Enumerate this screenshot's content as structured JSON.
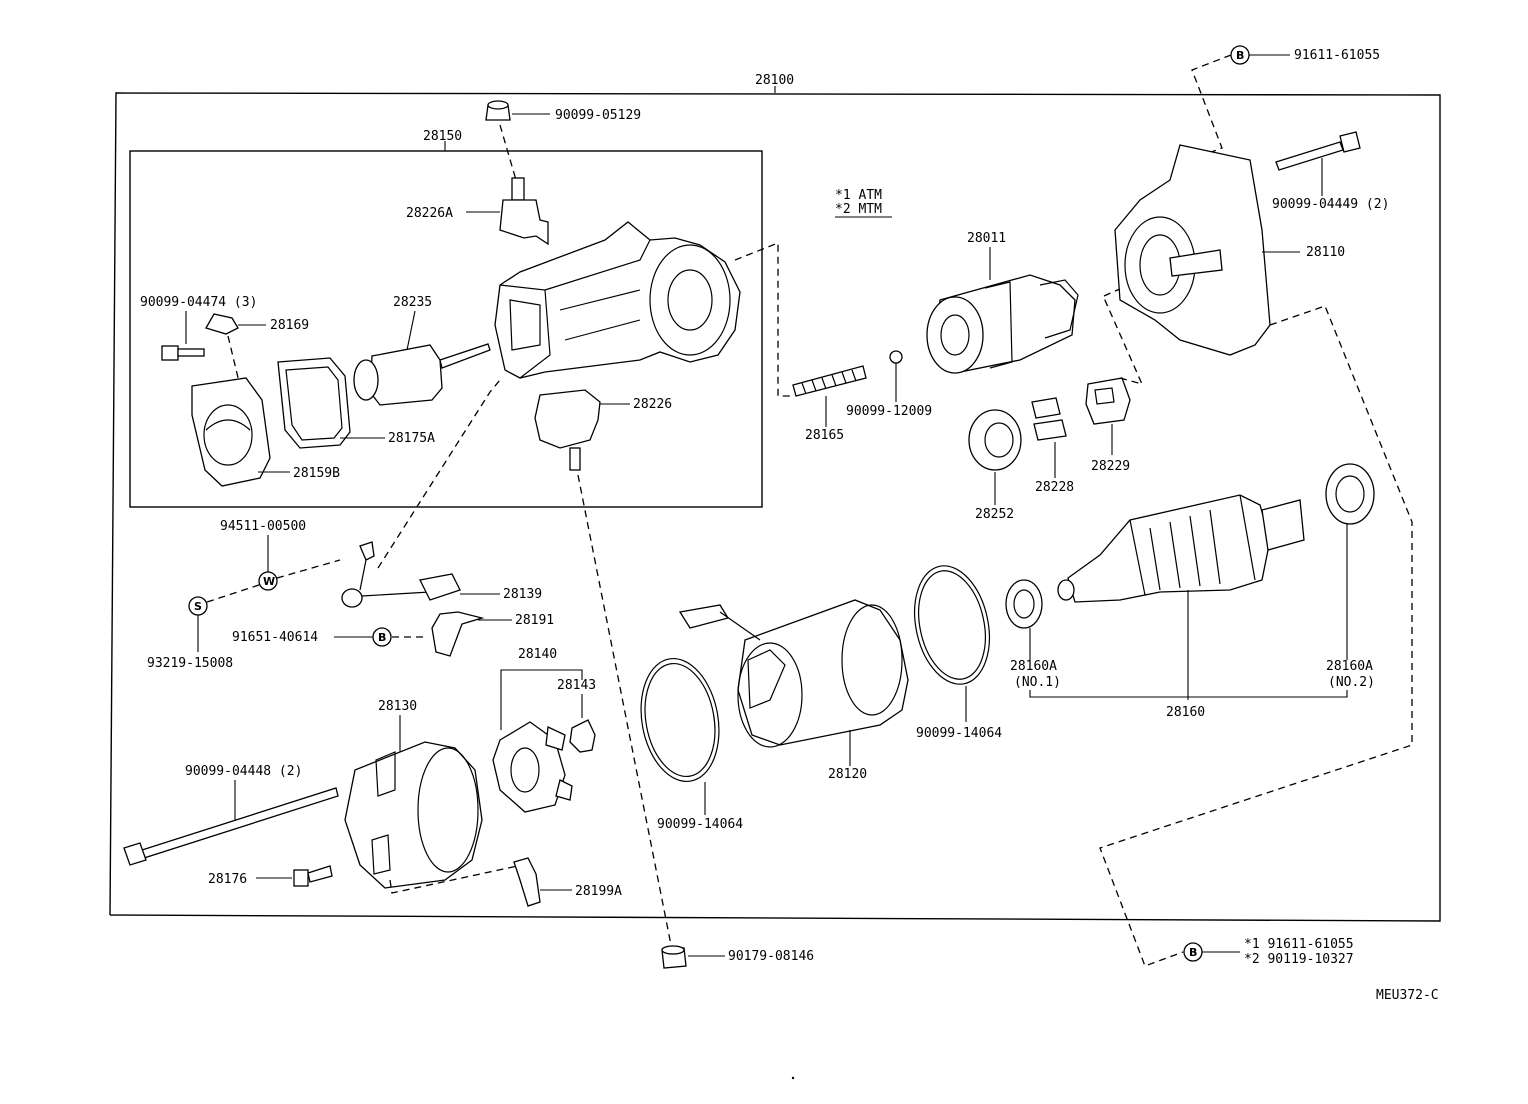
{
  "diagram": {
    "drawing_code": "MEU372-C",
    "notes": {
      "line1": "*1 ATM",
      "line2": "*2 MTM"
    },
    "assembly_labels": {
      "starter_assy": "28100",
      "magnet_switch_assy": "28150"
    },
    "symbols": {
      "b": "B",
      "s": "S",
      "w": "W"
    },
    "parts": {
      "p_91611_61055_top": "91611-61055",
      "p_90099_05129": "90099-05129",
      "p_28226A": "28226A",
      "p_90099_04449": "90099-04449 (2)",
      "p_28110": "28110",
      "p_28011": "28011",
      "p_90099_04474": "90099-04474 (3)",
      "p_28169": "28169",
      "p_28235": "28235",
      "p_28226": "28226",
      "p_28175A": "28175A",
      "p_28159B": "28159B",
      "p_28165": "28165",
      "p_90099_12009": "90099-12009",
      "p_28229": "28229",
      "p_28228": "28228",
      "p_28252": "28252",
      "p_94511_00500": "94511-00500",
      "p_28139": "28139",
      "p_28191": "28191",
      "p_91651_40614": "91651-40614",
      "p_93219_15008": "93219-15008",
      "p_28140": "28140",
      "p_28143": "28143",
      "p_28130": "28130",
      "p_90099_04448": "90099-04448 (2)",
      "p_28176": "28176",
      "p_28199A": "28199A",
      "p_90099_14064_left": "90099-14064",
      "p_28120": "28120",
      "p_90099_14064_right": "90099-14064",
      "p_28160A_no1": "28160A",
      "p_no1": "(NO.1)",
      "p_28160A_no2": "28160A",
      "p_no2": "(NO.2)",
      "p_28160": "28160",
      "p_90179_08146": "90179-08146",
      "p_b_bottom_1": "*1 91611-61055",
      "p_b_bottom_2": "*2 90119-10327"
    }
  }
}
